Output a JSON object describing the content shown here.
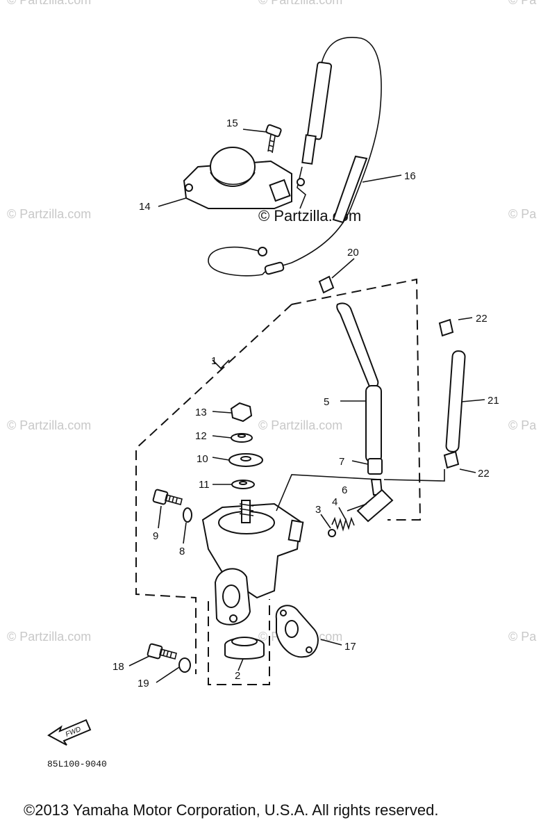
{
  "watermarks": {
    "text": "© Partzilla.com",
    "partial": "© Pa",
    "center": "© Partzilla.com"
  },
  "callouts": {
    "c1": "1",
    "c2": "2",
    "c3": "3",
    "c4": "4",
    "c5": "5",
    "c6": "6",
    "c7": "7",
    "c8": "8",
    "c9": "9",
    "c10": "10",
    "c11": "11",
    "c12": "12",
    "c13": "13",
    "c14": "14",
    "c15": "15",
    "c16": "16",
    "c17": "17",
    "c18": "18",
    "c19": "19",
    "c20": "20",
    "c21": "21",
    "c22a": "22",
    "c22b": "22"
  },
  "fwd_label": "FWD",
  "part_code": "85L100-9040",
  "copyright": "©2013 Yamaha Motor Corporation, U.S.A. All rights reserved."
}
